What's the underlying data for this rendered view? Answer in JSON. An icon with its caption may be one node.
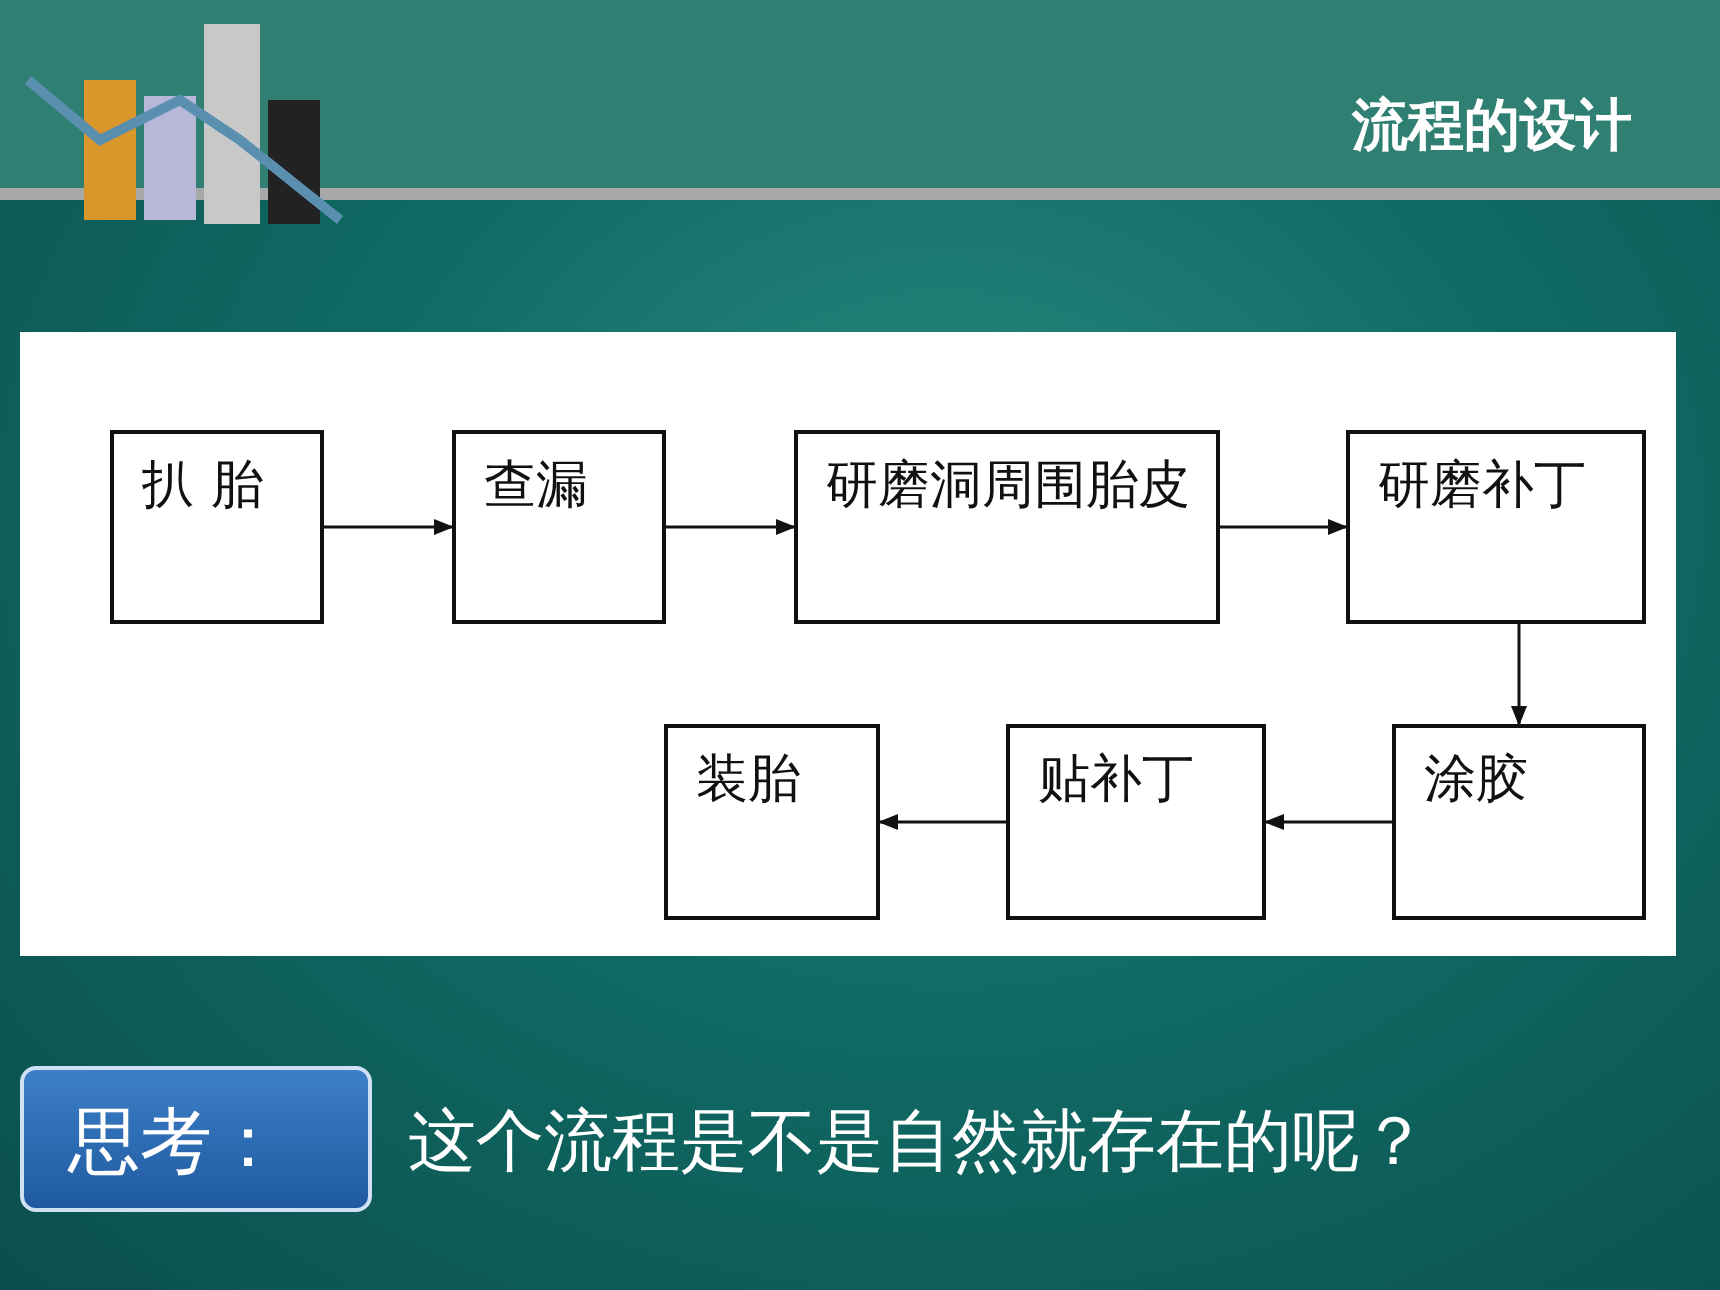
{
  "diagram": {
    "title": "流程的设计",
    "nodes": [
      {
        "text": [
          "扒 胎"
        ]
      },
      {
        "text": [
          "查漏"
        ]
      },
      {
        "text": [
          "研磨洞周围胎皮"
        ]
      },
      {
        "text": [
          "研磨补丁"
        ]
      },
      {
        "text": [
          "涂胶"
        ]
      },
      {
        "text": [
          "贴补丁"
        ]
      },
      {
        "text": [
          "装胎"
        ]
      },
      {
        "text": [
          "思考："
        ]
      }
    ],
    "edges": [
      {
        "from": 0,
        "to": 1,
        "arrow": "to"
      },
      {
        "from": 1,
        "to": 2,
        "arrow": "to"
      },
      {
        "from": 2,
        "to": 3,
        "arrow": "to"
      },
      {
        "from": 3,
        "to": 4,
        "arrow": "to"
      },
      {
        "from": 4,
        "to": 5,
        "arrow": "to"
      },
      {
        "from": 5,
        "to": 6,
        "arrow": "to"
      }
    ],
    "labels": [
      "这个流程是不是自然就存在的呢？"
    ]
  }
}
